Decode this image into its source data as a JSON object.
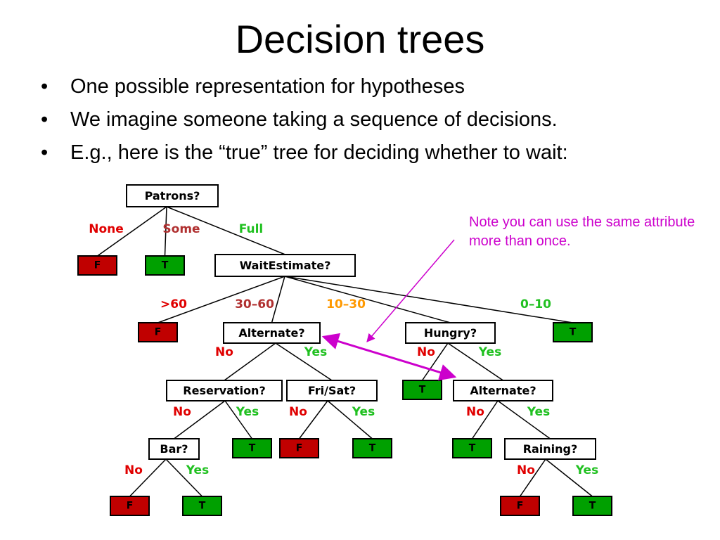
{
  "slide": {
    "title": "Decision trees",
    "bullets": [
      "One possible representation for hypotheses",
      "We imagine someone taking a sequence of decisions.",
      "E.g., here is the “true” tree for deciding whether to wait:"
    ],
    "bullet_symbol": "•",
    "note": "Note you can use the same attribute more than once."
  },
  "tree": {
    "colors": {
      "leaf_false": "#c00000",
      "leaf_true": "#00a000",
      "edge_red": "#e00000",
      "edge_darkred": "#b03030",
      "edge_green": "#20c020",
      "edge_orange": "#ff9900",
      "note_magenta": "#cc00cc"
    },
    "nodes": [
      {
        "id": "patrons",
        "label": "Patrons?",
        "type": "decision"
      },
      {
        "id": "f1",
        "label": "F",
        "type": "leaf_false"
      },
      {
        "id": "t1",
        "label": "T",
        "type": "leaf_true"
      },
      {
        "id": "wait",
        "label": "WaitEstimate?",
        "type": "decision"
      },
      {
        "id": "f2",
        "label": "F",
        "type": "leaf_false"
      },
      {
        "id": "alt1",
        "label": "Alternate?",
        "type": "decision"
      },
      {
        "id": "hungry",
        "label": "Hungry?",
        "type": "decision"
      },
      {
        "id": "t2",
        "label": "T",
        "type": "leaf_true"
      },
      {
        "id": "res",
        "label": "Reservation?",
        "type": "decision"
      },
      {
        "id": "frisat",
        "label": "Fri/Sat?",
        "type": "decision"
      },
      {
        "id": "t3",
        "label": "T",
        "type": "leaf_true"
      },
      {
        "id": "alt2",
        "label": "Alternate?",
        "type": "decision"
      },
      {
        "id": "bar",
        "label": "Bar?",
        "type": "decision"
      },
      {
        "id": "t4",
        "label": "T",
        "type": "leaf_true"
      },
      {
        "id": "f3",
        "label": "F",
        "type": "leaf_false"
      },
      {
        "id": "t5",
        "label": "T",
        "type": "leaf_true"
      },
      {
        "id": "t6",
        "label": "T",
        "type": "leaf_true"
      },
      {
        "id": "rain",
        "label": "Raining?",
        "type": "decision"
      },
      {
        "id": "f4",
        "label": "F",
        "type": "leaf_false"
      },
      {
        "id": "t7",
        "label": "T",
        "type": "leaf_true"
      },
      {
        "id": "f5",
        "label": "F",
        "type": "leaf_false"
      },
      {
        "id": "t8",
        "label": "T",
        "type": "leaf_true"
      }
    ],
    "edges": [
      {
        "from": "patrons",
        "to": "f1",
        "label": "None",
        "color": "edge_red"
      },
      {
        "from": "patrons",
        "to": "t1",
        "label": "Some",
        "color": "edge_darkred"
      },
      {
        "from": "patrons",
        "to": "wait",
        "label": "Full",
        "color": "edge_green"
      },
      {
        "from": "wait",
        "to": "f2",
        "label": ">60",
        "color": "edge_red"
      },
      {
        "from": "wait",
        "to": "alt1",
        "label": "30–60",
        "color": "edge_darkred"
      },
      {
        "from": "wait",
        "to": "hungry",
        "label": "10–30",
        "color": "edge_orange"
      },
      {
        "from": "wait",
        "to": "t2",
        "label": "0–10",
        "color": "edge_green"
      },
      {
        "from": "alt1",
        "to": "res",
        "label": "No",
        "color": "edge_red"
      },
      {
        "from": "alt1",
        "to": "frisat",
        "label": "Yes",
        "color": "edge_green"
      },
      {
        "from": "hungry",
        "to": "t3",
        "label": "No",
        "color": "edge_red"
      },
      {
        "from": "hungry",
        "to": "alt2",
        "label": "Yes",
        "color": "edge_green"
      },
      {
        "from": "res",
        "to": "bar",
        "label": "No",
        "color": "edge_red"
      },
      {
        "from": "res",
        "to": "t4",
        "label": "Yes",
        "color": "edge_green"
      },
      {
        "from": "frisat",
        "to": "f3",
        "label": "No",
        "color": "edge_red"
      },
      {
        "from": "frisat",
        "to": "t5",
        "label": "Yes",
        "color": "edge_green"
      },
      {
        "from": "alt2",
        "to": "t6",
        "label": "No",
        "color": "edge_red"
      },
      {
        "from": "alt2",
        "to": "rain",
        "label": "Yes",
        "color": "edge_green"
      },
      {
        "from": "bar",
        "to": "f4",
        "label": "No",
        "color": "edge_red"
      },
      {
        "from": "bar",
        "to": "t7",
        "label": "Yes",
        "color": "edge_green"
      },
      {
        "from": "rain",
        "to": "f5",
        "label": "No",
        "color": "edge_red"
      },
      {
        "from": "rain",
        "to": "t8",
        "label": "Yes",
        "color": "edge_green"
      }
    ]
  }
}
